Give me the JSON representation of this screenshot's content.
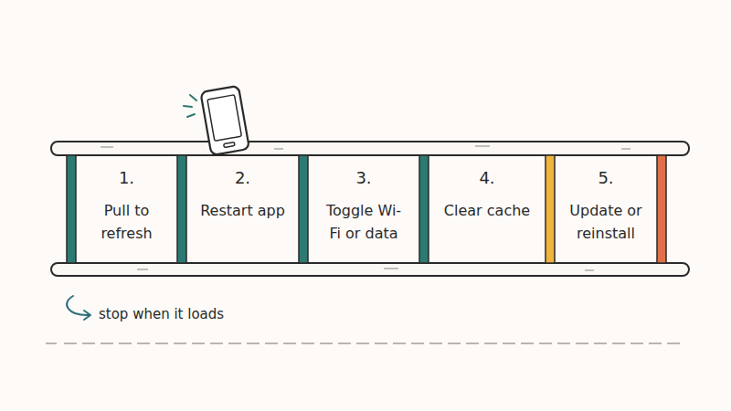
{
  "diagram": {
    "nodes": [
      {
        "text": [
          "1.",
          "Pull to refresh"
        ]
      },
      {
        "text": [
          "2.",
          "Restart app"
        ]
      },
      {
        "text": [
          "3.",
          "Toggle Wi-Fi or data"
        ]
      },
      {
        "text": [
          "4.",
          "Clear cache"
        ]
      },
      {
        "text": [
          "5.",
          "Update or reinstall"
        ]
      }
    ],
    "labels": [
      "stop when it loads"
    ]
  }
}
